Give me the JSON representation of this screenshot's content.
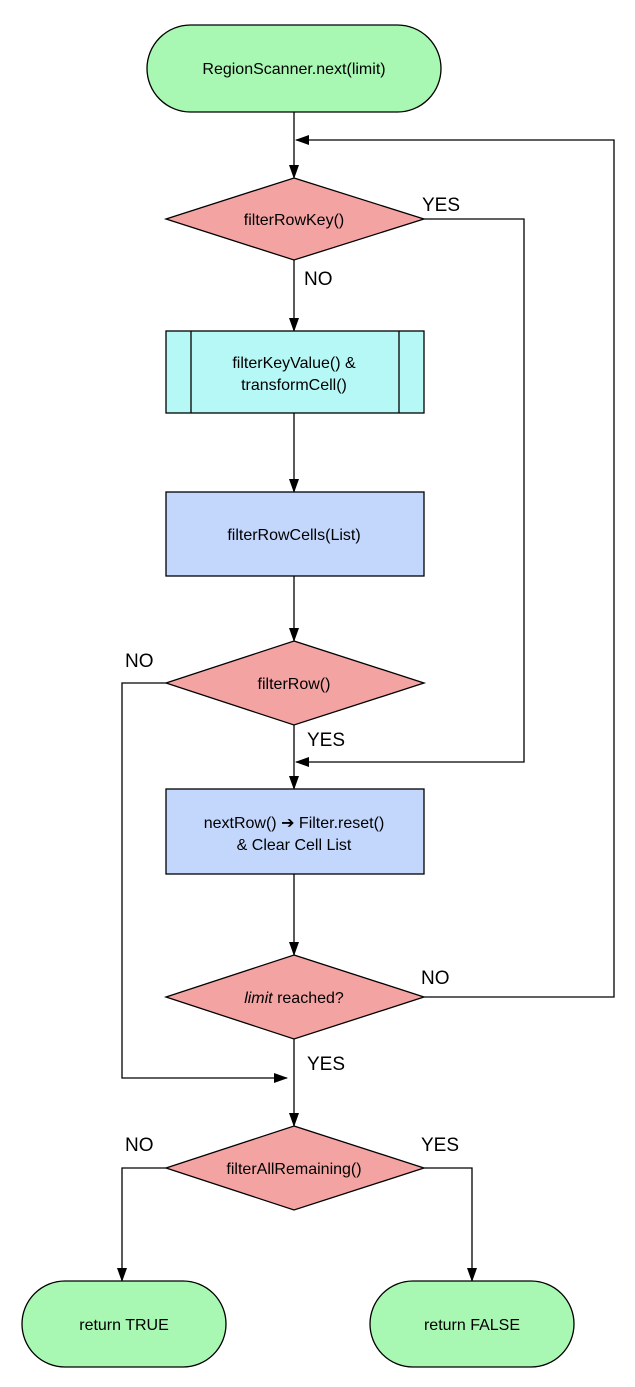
{
  "colors": {
    "terminal": "#a8f7b2",
    "decision": "#f4a3a3",
    "predefined": "#b6f8f6",
    "process": "#c3d6fc"
  },
  "nodes": {
    "start": "RegionScanner.next(limit)",
    "filter_row_key": "filterRowKey()",
    "filter_key_value_1": "filterKeyValue() &",
    "filter_key_value_2": "transformCell()",
    "filter_row_cells": "filterRowCells(List)",
    "filter_row": "filterRow()",
    "next_row_1": "nextRow() ➔ Filter.reset()",
    "next_row_2": "& Clear Cell List",
    "limit_reached_em": "limit",
    "limit_reached_rest": " reached?",
    "filter_all_remaining": "filterAllRemaining()",
    "return_true": "return TRUE",
    "return_false": "return FALSE"
  },
  "edge_labels": {
    "row_key_yes": "YES",
    "row_key_no": "NO",
    "filter_row_no": "NO",
    "filter_row_yes": "YES",
    "limit_no": "NO",
    "limit_yes": "YES",
    "remaining_no": "NO",
    "remaining_yes": "YES"
  }
}
